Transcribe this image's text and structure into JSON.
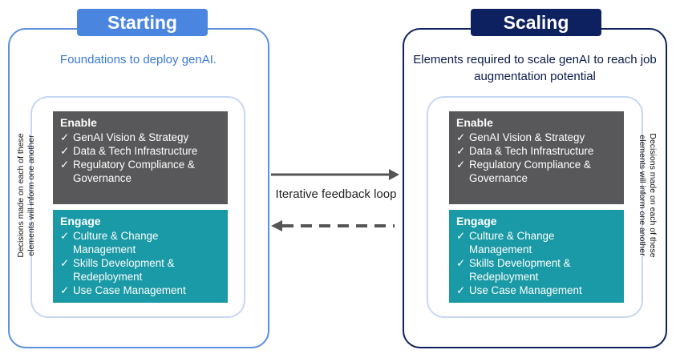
{
  "left": {
    "tag": "Starting",
    "subtitle": "Foundations to deploy genAI.",
    "side_note": [
      "Decisions made on each of these",
      "elements will inform one another"
    ],
    "enable": {
      "title": "Enable",
      "items": [
        "GenAI Vision & Strategy",
        "Data & Tech Infrastructure",
        "Regulatory Compliance & Governance"
      ]
    },
    "engage": {
      "title": "Engage",
      "items": [
        "Culture & Change Management",
        "Skills Development & Redeployment",
        "Use Case Management"
      ]
    }
  },
  "right": {
    "tag": "Scaling",
    "subtitle": "Elements required to scale genAI to reach job augmentation potential",
    "side_note": [
      "Decisions made on each of these",
      "elements will inform one another"
    ],
    "enable": {
      "title": "Enable",
      "items": [
        "GenAI Vision & Strategy",
        "Data & Tech Infrastructure",
        "Regulatory Compliance & Governance"
      ]
    },
    "engage": {
      "title": "Engage",
      "items": [
        "Culture & Change Management",
        "Skills Development & Redeployment",
        "Use Case Management"
      ]
    }
  },
  "feedback": {
    "label": "Iterative feedback loop"
  },
  "check_glyph": "✓",
  "colors": {
    "starting": "#4a86e0",
    "scaling": "#0d2060",
    "enable": "#58585a",
    "engage": "#1a9aa6",
    "arrow": "#555555"
  }
}
